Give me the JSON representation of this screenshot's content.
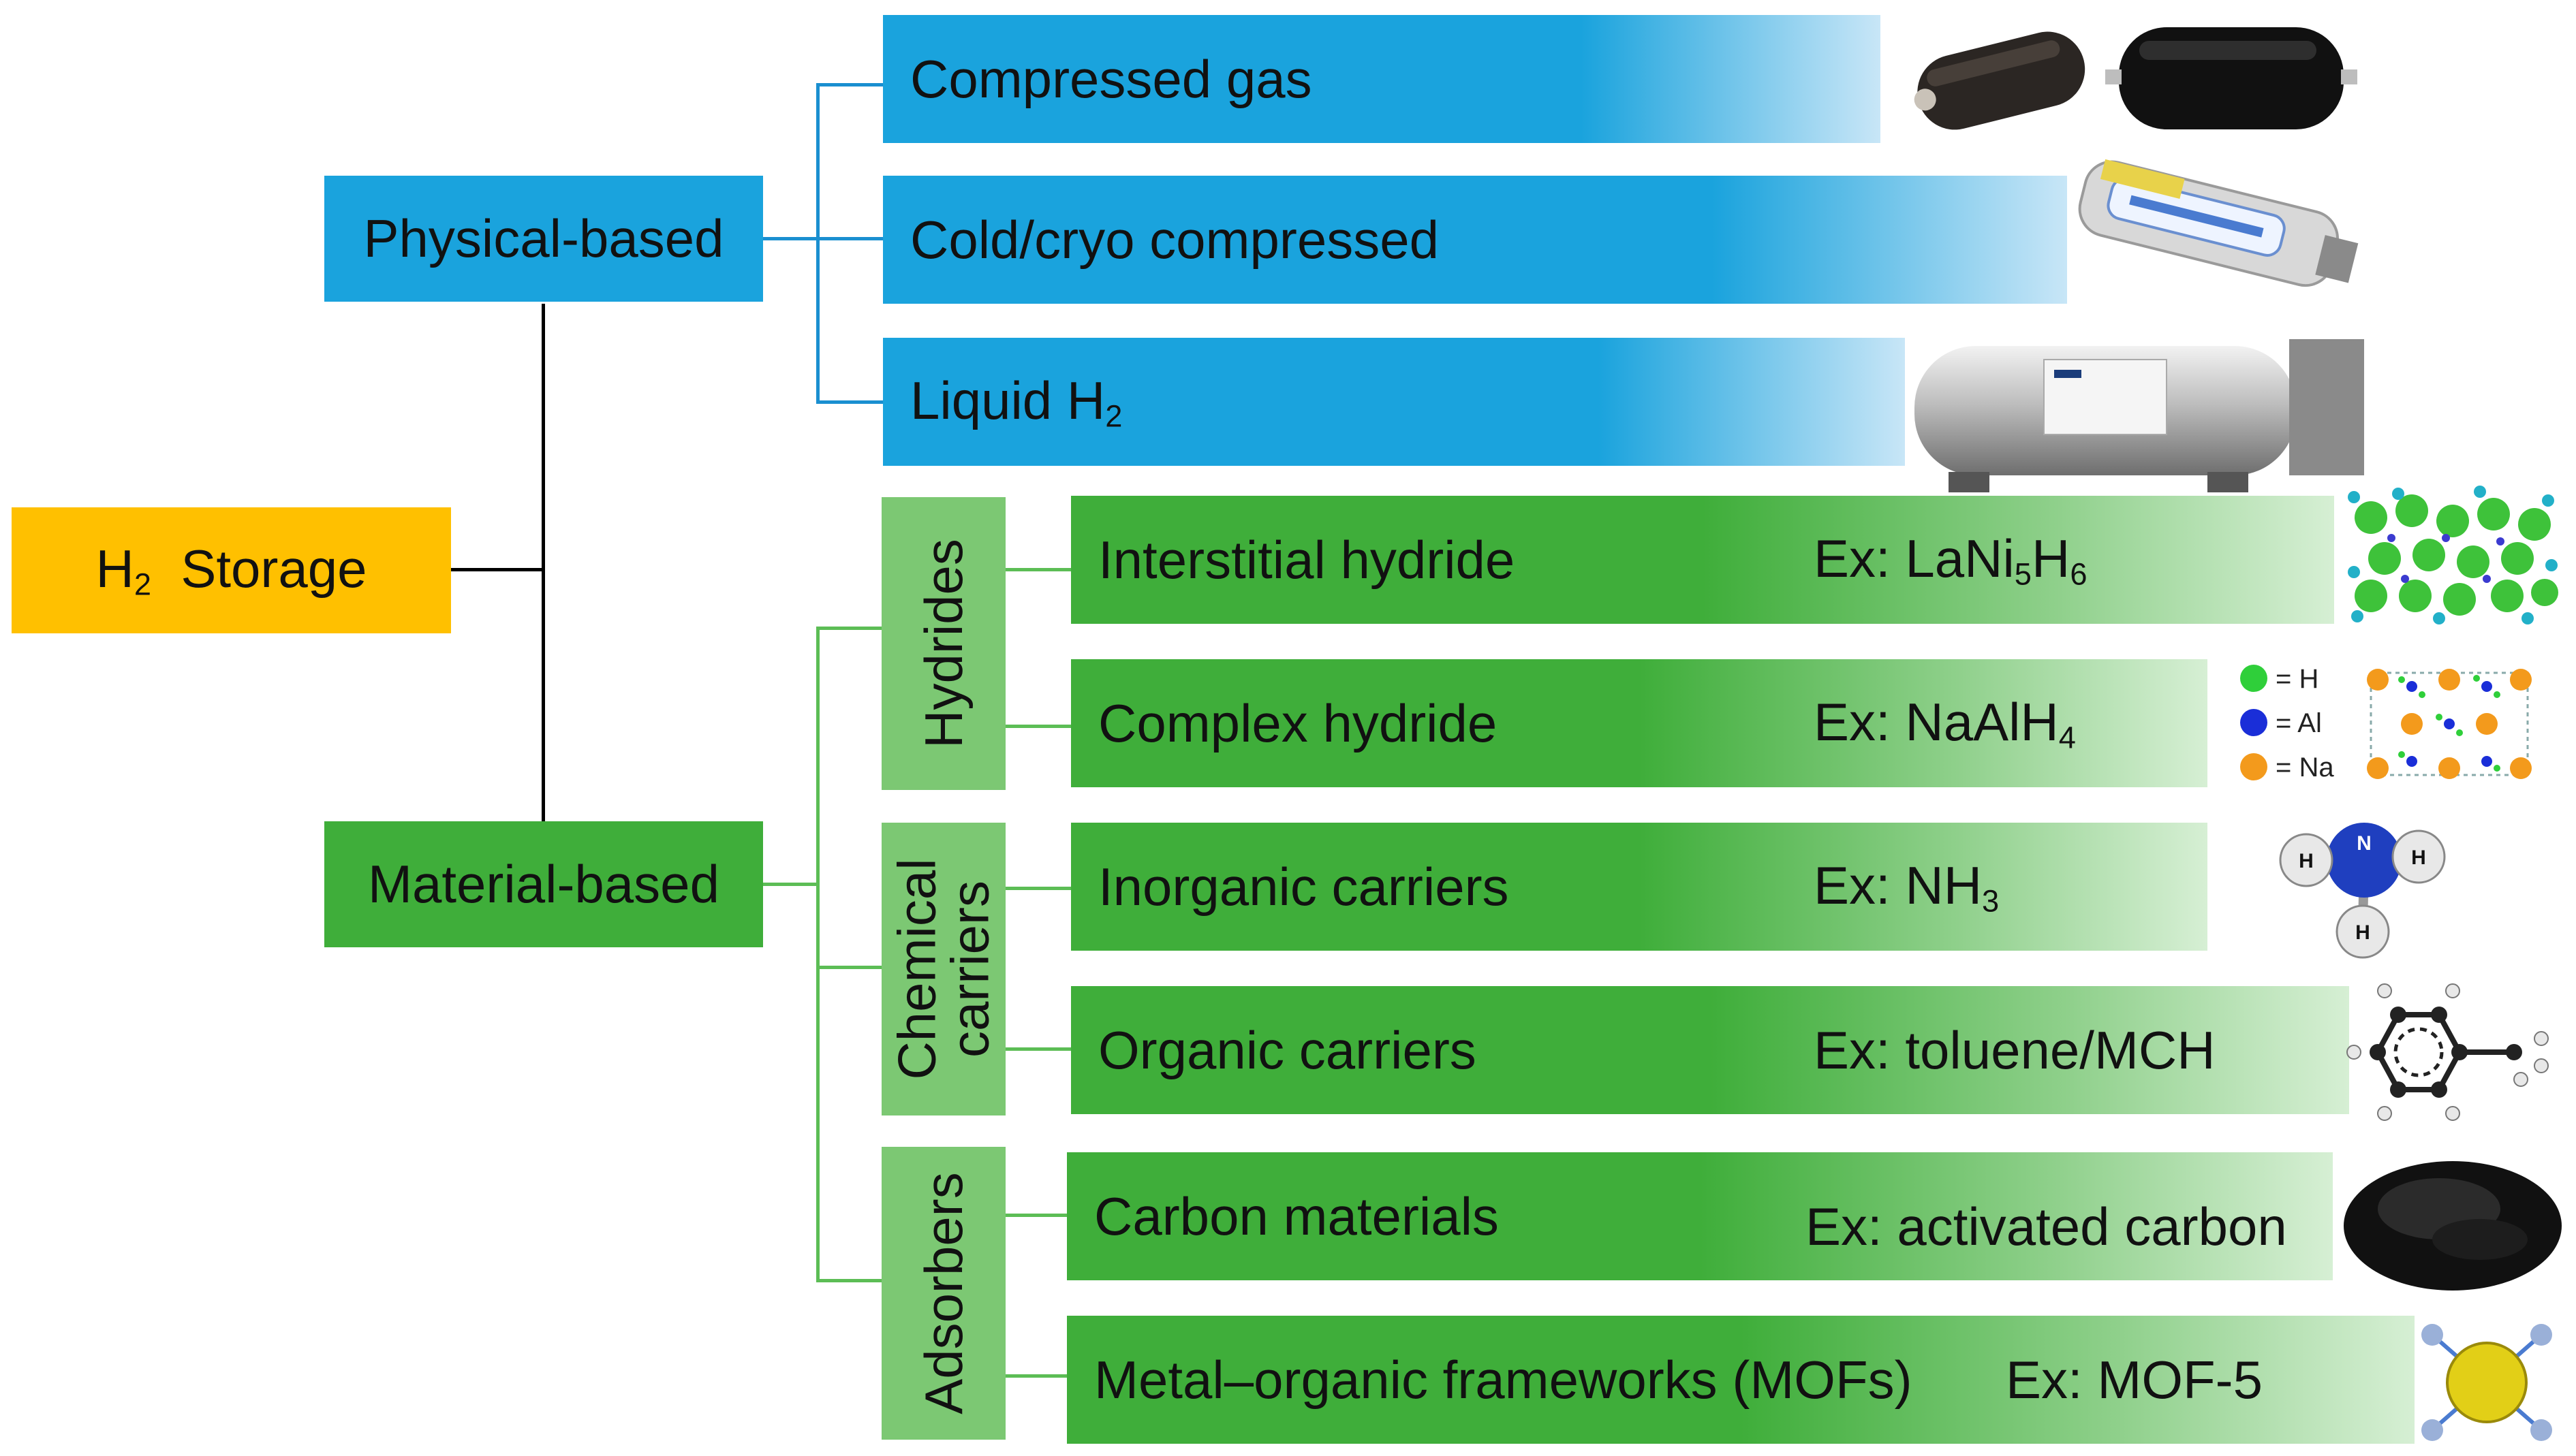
{
  "root": {
    "label_pre": "H",
    "label_sub": "2",
    "label_post": "Storage"
  },
  "physical": {
    "label": "Physical-based",
    "items": [
      {
        "label": "Compressed gas"
      },
      {
        "label": "Cold/cryo compressed"
      },
      {
        "label_pre": "Liquid H",
        "label_sub": "2"
      }
    ]
  },
  "material": {
    "label": "Material-based",
    "groups": [
      {
        "label": "Hydrides",
        "items": [
          {
            "label": "Interstitial hydride",
            "ex": "Ex: LaNi",
            "ex_sub1": "5",
            "ex_mid": "H",
            "ex_sub2": "6"
          },
          {
            "label": "Complex hydride",
            "ex": "Ex: NaAlH",
            "ex_sub1": "4"
          }
        ]
      },
      {
        "label_line1": "Chemical",
        "label_line2": "carriers",
        "items": [
          {
            "label": "Inorganic carriers",
            "ex": "Ex: NH",
            "ex_sub1": "3"
          },
          {
            "label": "Organic carriers",
            "ex": "Ex: toluene/MCH"
          }
        ]
      },
      {
        "label": "Adsorbers",
        "items": [
          {
            "label": "Carbon materials",
            "ex": "Ex: activated carbon"
          },
          {
            "label": "Metal–organic frameworks (MOFs)",
            "ex": "Ex: MOF-5"
          }
        ]
      }
    ]
  },
  "legend": {
    "h": "= H",
    "al": "= Al",
    "na": "= Na"
  },
  "ammonia_atoms": {
    "n": "N",
    "h": "H"
  },
  "colors": {
    "blue": "#1aa3dd",
    "green": "#3fae3a",
    "light_green": "#7cc873",
    "orange": "#ffc000"
  }
}
